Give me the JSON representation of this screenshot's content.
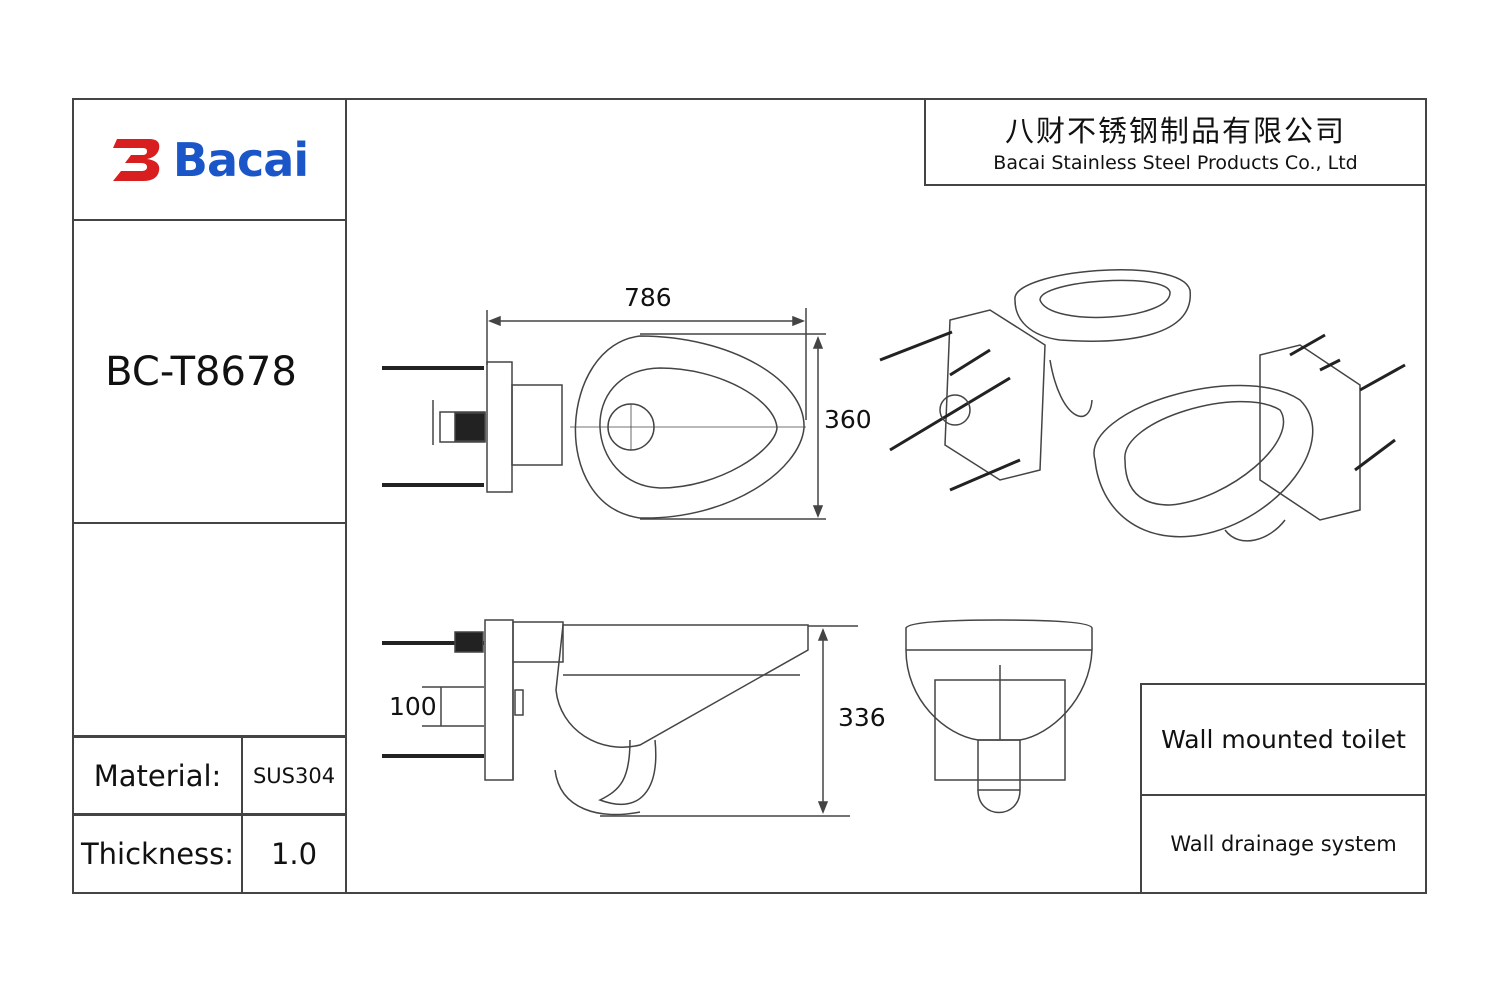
{
  "logo": {
    "text": "Bacai",
    "colors": {
      "mark": "#d81e1e",
      "text": "#1a56c8",
      "dot": "#e0201e"
    }
  },
  "company": {
    "name_cn": "八财不锈钢制品有限公司",
    "name_en": "Bacai Stainless Steel Products Co., Ltd"
  },
  "model": "BC-T8678",
  "specs": [
    {
      "label": "Material:",
      "value": "SUS304"
    },
    {
      "label": "Thickness:",
      "value": "1.0"
    }
  ],
  "product": {
    "type": "Wall mounted toilet",
    "system": "Wall drainage system"
  },
  "dimensions": {
    "length": "786",
    "width": "360",
    "height": "336",
    "outlet_height": "100"
  }
}
